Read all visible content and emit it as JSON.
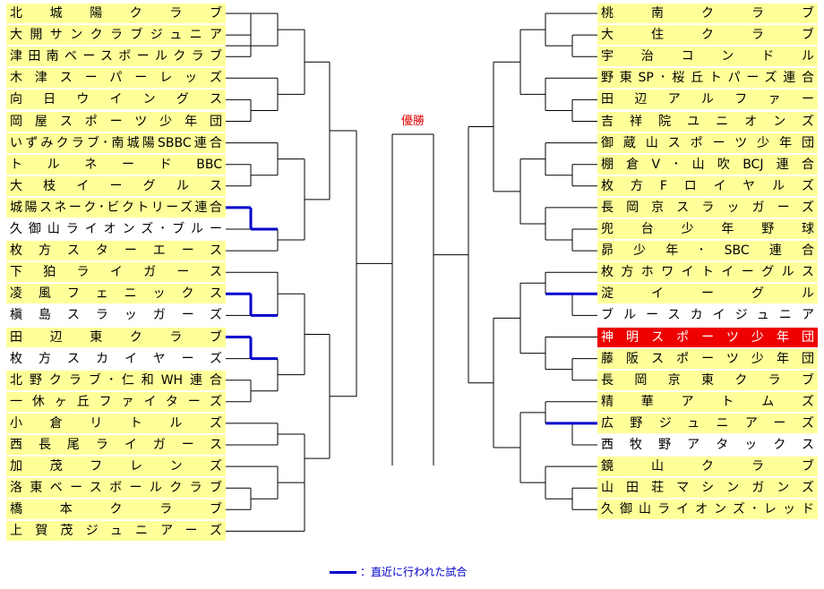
{
  "champion_label": "優勝",
  "legend_text": "：直近に行われた試合",
  "colors": {
    "highlight_team": "#ffff99",
    "winner": "#ee0000",
    "recent_match": "#0000cc",
    "line": "#000000"
  },
  "left_teams": [
    {
      "name": "北城陽クラブ",
      "style": "yellow"
    },
    {
      "name": "大開サンクラブジュニア",
      "style": "yellow"
    },
    {
      "name": "津田南ベースボールクラブ",
      "style": "yellow"
    },
    {
      "name": "木津スーパーレッズ",
      "style": "yellow"
    },
    {
      "name": "向日ウイングス",
      "style": "yellow"
    },
    {
      "name": "岡屋スポーツ少年団",
      "style": "yellow"
    },
    {
      "name": "いずみクラブ･南城陽SBBC連合",
      "style": "yellow"
    },
    {
      "name": "トルネードBBC",
      "style": "yellow"
    },
    {
      "name": "大枝イーグルス",
      "style": "yellow"
    },
    {
      "name": "城陽スネーク･ビクトリーズ連合",
      "style": "yellow"
    },
    {
      "name": "久御山ライオンズ･ブルー",
      "style": "white"
    },
    {
      "name": "枚方スターエース",
      "style": "yellow"
    },
    {
      "name": "下狛ライガース",
      "style": "yellow"
    },
    {
      "name": "凌風フェニックス",
      "style": "yellow"
    },
    {
      "name": "槇島スラッガーズ",
      "style": "white"
    },
    {
      "name": "田辺東クラブ",
      "style": "yellow"
    },
    {
      "name": "枚方スカイヤーズ",
      "style": "white"
    },
    {
      "name": "北野クラブ･仁和WH連合",
      "style": "yellow"
    },
    {
      "name": "一休ヶ丘ファイターズ",
      "style": "yellow"
    },
    {
      "name": "小倉リトルズ",
      "style": "yellow"
    },
    {
      "name": "西長尾ライガース",
      "style": "yellow"
    },
    {
      "name": "加茂フレンズ",
      "style": "yellow"
    },
    {
      "name": "洛東ベースボールクラブ",
      "style": "yellow"
    },
    {
      "name": "橋本クラブ",
      "style": "yellow"
    },
    {
      "name": "上賀茂ジュニアーズ",
      "style": "yellow"
    }
  ],
  "right_teams": [
    {
      "name": "桃南クラブ",
      "style": "yellow"
    },
    {
      "name": "大住クラブ",
      "style": "yellow"
    },
    {
      "name": "宇治コンドル",
      "style": "yellow"
    },
    {
      "name": "野東SP･桜丘トパーズ連合",
      "style": "yellow"
    },
    {
      "name": "田辺アルファー",
      "style": "yellow"
    },
    {
      "name": "吉祥院ユニオンズ",
      "style": "yellow"
    },
    {
      "name": "御蔵山スポーツ少年団",
      "style": "yellow"
    },
    {
      "name": "棚倉V･山吹BCJ連合",
      "style": "yellow"
    },
    {
      "name": "枚方Fロイヤルズ",
      "style": "yellow"
    },
    {
      "name": "長岡京スラッガーズ",
      "style": "yellow"
    },
    {
      "name": "兜台少年野球",
      "style": "yellow"
    },
    {
      "name": "昴少年･SBC連合",
      "style": "yellow"
    },
    {
      "name": "枚方ホワイトイーグルス",
      "style": "yellow"
    },
    {
      "name": "淀イーグル",
      "style": "yellow"
    },
    {
      "name": "ブルースカイジュニア",
      "style": "white"
    },
    {
      "name": "神明スポーツ少年団",
      "style": "red"
    },
    {
      "name": "藤阪スポーツ少年団",
      "style": "yellow"
    },
    {
      "name": "長岡京東クラブ",
      "style": "yellow"
    },
    {
      "name": "精華アトムズ",
      "style": "yellow"
    },
    {
      "name": "広野ジュニアーズ",
      "style": "yellow"
    },
    {
      "name": "西牧野アタックス",
      "style": "white"
    },
    {
      "name": "鏡山クラブ",
      "style": "yellow"
    },
    {
      "name": "山田荘マシンガンズ",
      "style": "yellow"
    },
    {
      "name": "久御山ライオンズ･レッド",
      "style": "yellow"
    }
  ]
}
